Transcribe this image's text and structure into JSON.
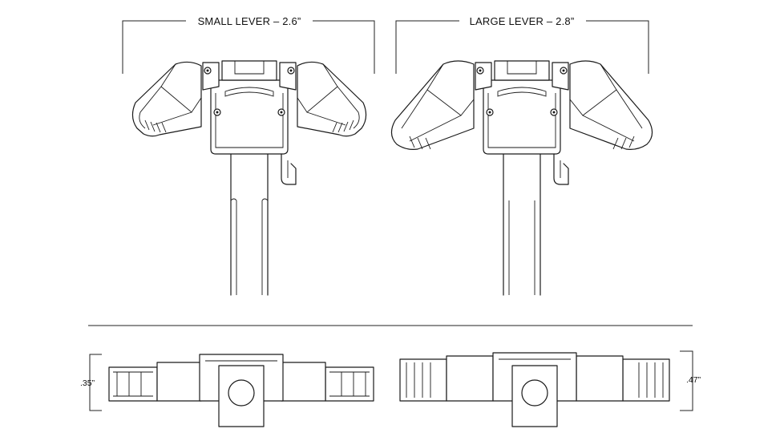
{
  "labels": {
    "small_lever": "SMALL LEVER – 2.6”",
    "large_lever": "LARGE LEVER – 2.8”",
    "small_height": ".35”",
    "large_height": ".47”"
  },
  "colors": {
    "line": "#1a1a1a",
    "background": "#ffffff"
  }
}
